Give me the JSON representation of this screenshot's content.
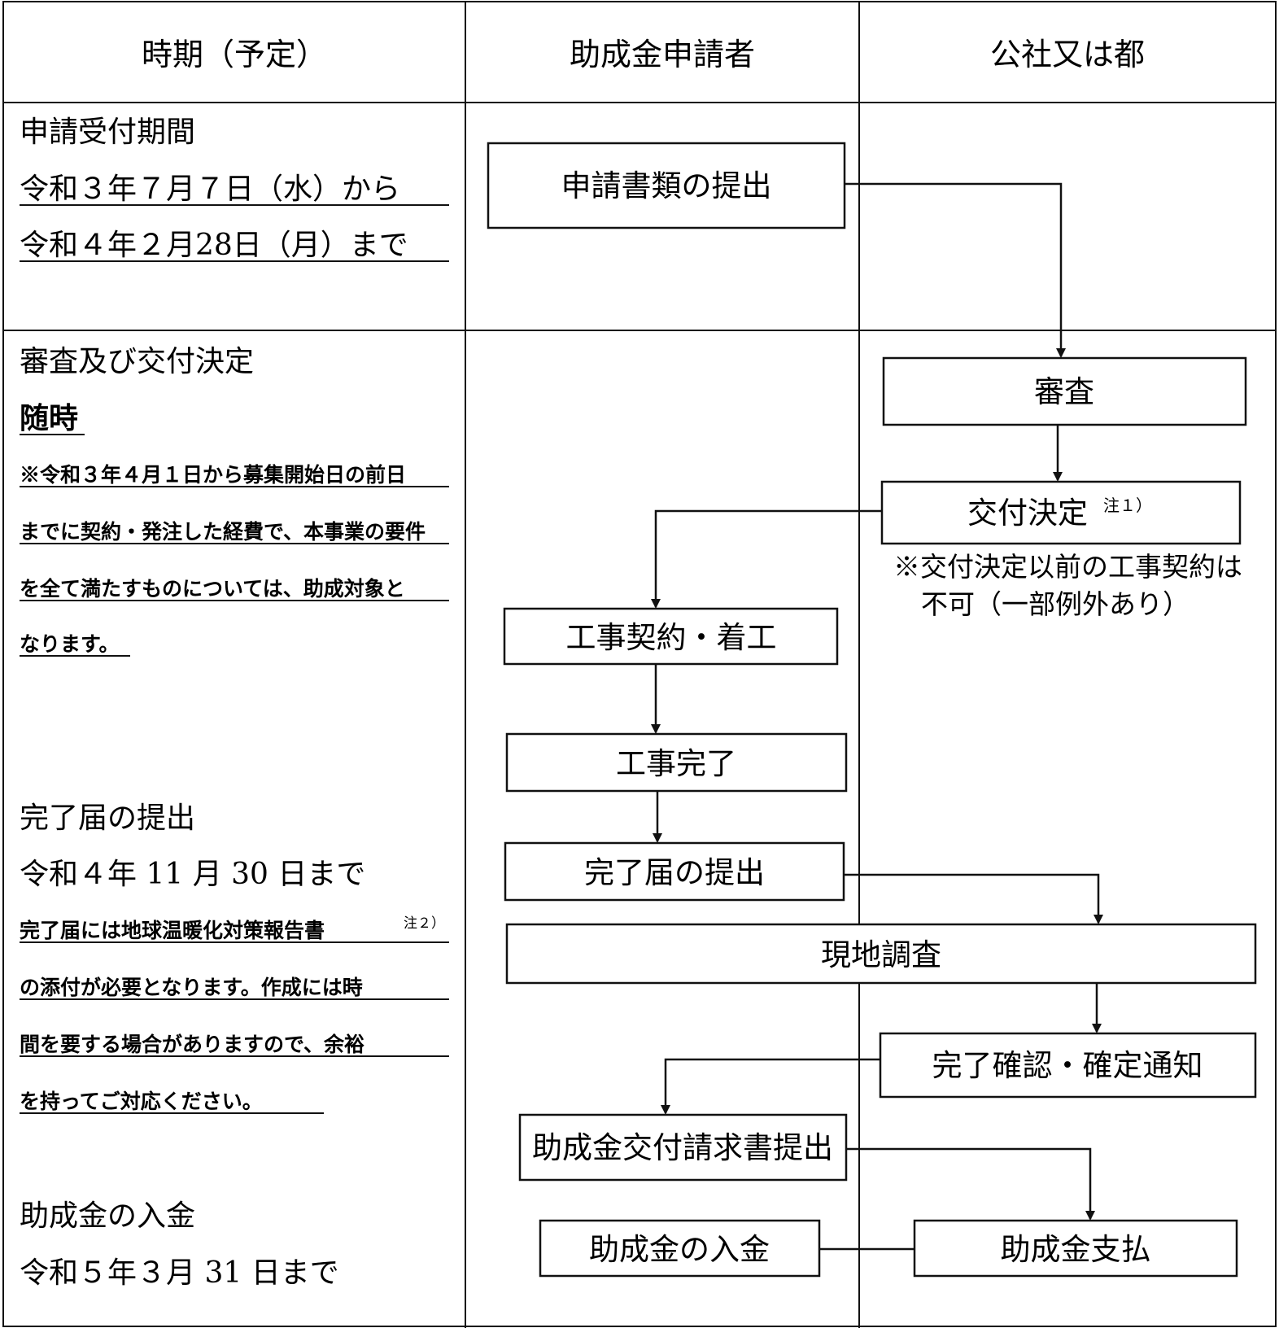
{
  "header": {
    "period": "時期（予定）",
    "applicant": "助成金申請者",
    "agency": "公社又は都"
  },
  "period_column": {
    "application": {
      "title": "申請受付期間",
      "start": "令和３年７月７日（水）から",
      "end": "令和４年２月28日（月）まで"
    },
    "review": {
      "title": "審査及び交付決定",
      "timing": "随時",
      "note_lines": [
        "※令和３年４月１日から募集開始日の前日",
        "までに契約・発注した経費で、本事業の要件",
        "を全て満たすものについては、助成対象と",
        "なります。"
      ]
    },
    "completion": {
      "title": "完了届の提出",
      "deadline": "令和４年 11 月 30 日まで",
      "note_lines": [
        "完了届には地球温暖化対策報告書",
        "の添付が必要となります。作成には時",
        "間を要する場合がありますので、余裕",
        "を持ってご対応ください。"
      ],
      "note_superscript": "注２）"
    },
    "payment": {
      "title": "助成金の入金",
      "deadline": "令和５年３月 31 日まで"
    }
  },
  "flow": {
    "submit_documents": "申請書類の提出",
    "review": "審査",
    "grant_decision": "交付決定",
    "grant_decision_superscript": "注１）",
    "grant_decision_note": [
      "※交付決定以前の工事契約は",
      "不可（一部例外あり）"
    ],
    "contract_start": "工事契約・着工",
    "construction_complete": "工事完了",
    "submit_completion_report": "完了届の提出",
    "site_inspection": "現地調査",
    "completion_confirmation": "完了確認・確定通知",
    "payment_request": "助成金交付請求書提出",
    "grant_receipt": "助成金の入金",
    "grant_payment": "助成金支払"
  }
}
